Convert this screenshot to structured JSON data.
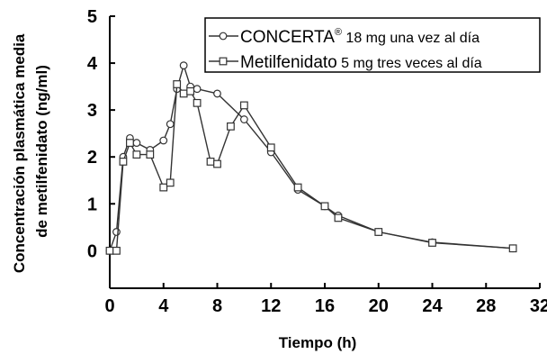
{
  "chart_data": {
    "type": "line",
    "xlabel": "Tiempo (h)",
    "ylabel": "Concentración plasmática media de metilfenidato (ng/ml)",
    "ylabel_lines": [
      "Concentración plasmática media",
      "de metilfenidato (ng/ml)"
    ],
    "xlim": [
      0,
      32
    ],
    "ylim": [
      -0.8,
      5
    ],
    "xticks": [
      0,
      4,
      8,
      12,
      16,
      20,
      24,
      28,
      32
    ],
    "yticks": [
      0,
      1,
      2,
      3,
      4,
      5
    ],
    "grid": false,
    "legend_position": "top-right",
    "series": [
      {
        "name": "CONCERTA® 18 mg una vez al día",
        "name_parts": [
          "CONCERTA",
          "®",
          " 18 mg una vez al día"
        ],
        "marker": "circle",
        "x": [
          0,
          0.5,
          1,
          1.5,
          2,
          3,
          4,
          4.5,
          5,
          5.5,
          6,
          6.5,
          8,
          10,
          12,
          14,
          16,
          17,
          20,
          24,
          30
        ],
        "y": [
          0,
          0.4,
          2.0,
          2.4,
          2.3,
          2.15,
          2.35,
          2.7,
          3.45,
          3.95,
          3.5,
          3.45,
          3.35,
          2.8,
          2.1,
          1.3,
          0.95,
          0.75,
          0.4,
          0.18,
          0.05
        ]
      },
      {
        "name": "Metilfenidato 5 mg tres veces al día",
        "name_parts": [
          "Metilfenidato",
          " 5 mg tres veces al día"
        ],
        "marker": "square",
        "x": [
          0,
          0.5,
          1,
          1.5,
          2,
          3,
          4,
          4.5,
          5,
          5.5,
          6,
          6.5,
          7.5,
          8,
          9,
          10,
          12,
          14,
          16,
          17,
          20,
          24,
          30
        ],
        "y": [
          0,
          0.0,
          1.9,
          2.3,
          2.05,
          2.05,
          1.35,
          1.45,
          3.55,
          3.35,
          3.4,
          3.15,
          1.9,
          1.85,
          2.65,
          3.1,
          2.2,
          1.35,
          0.95,
          0.7,
          0.4,
          0.17,
          0.05
        ]
      }
    ]
  }
}
